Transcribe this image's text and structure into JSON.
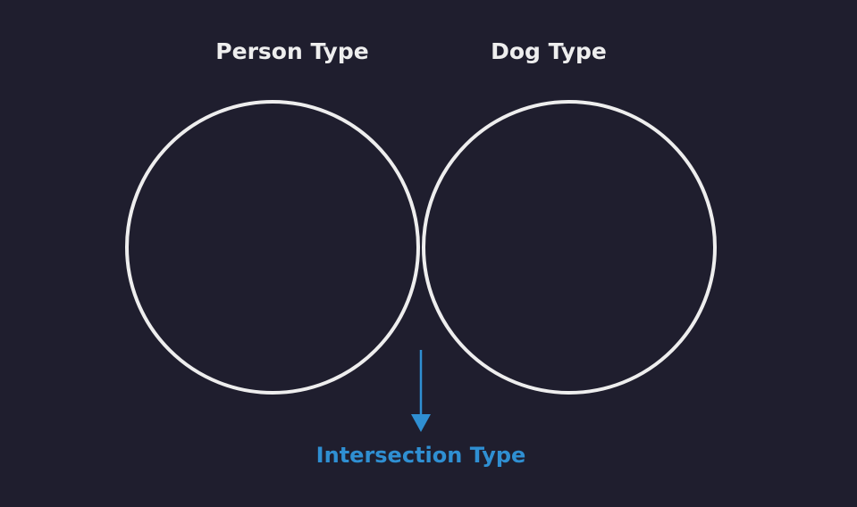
{
  "diagram": {
    "left_set_label": "Person Type",
    "right_set_label": "Dog Type",
    "intersection_label": "Intersection Type"
  },
  "colors": {
    "background": "#1f1e2e",
    "circle_stroke": "#eeeeee",
    "set_label_text": "#eeeeee",
    "intersection_fill": "#2f8fd2",
    "intersection_label_text": "#2f8fd2",
    "arrow": "#2f8fd2"
  }
}
